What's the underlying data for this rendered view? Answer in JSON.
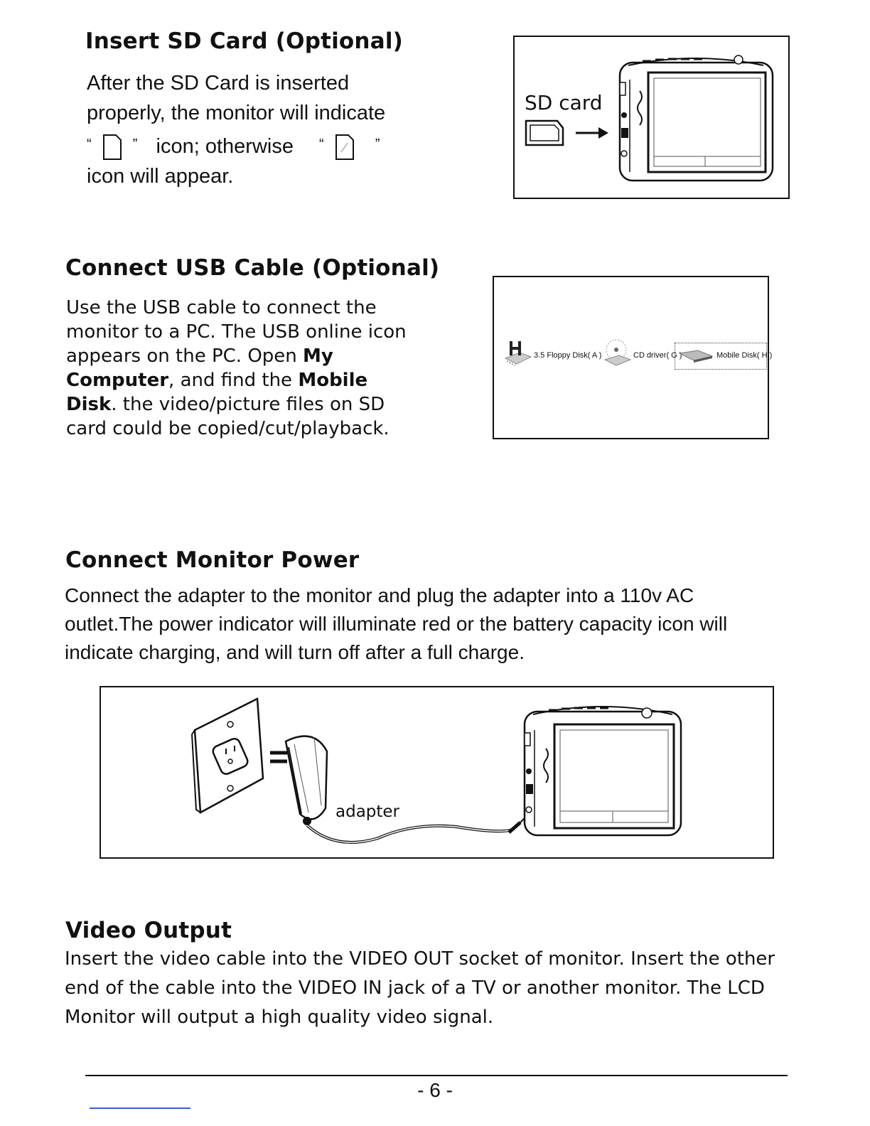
{
  "section1": {
    "title": "Insert SD Card (Optional)",
    "line1": "After the SD Card is inserted",
    "line2": "properly, the monitor will indicate",
    "open_quote": "“",
    "close_quote": "”",
    "mid_text": "icon; otherwise",
    "line4": "icon will appear.",
    "figure_label": "SD card",
    "icons": [
      "sd-card-icon",
      "sd-card-missing-icon"
    ]
  },
  "section2": {
    "title": "Connect USB Cable (Optional)",
    "text_a": "Use the USB cable to connect the monitor to a PC. The USB online icon appears on the PC. Open ",
    "bold_a": "My Computer",
    "text_b": ", and find the ",
    "bold_b": "Mobile Disk",
    "text_c": ". the video/picture files on SD card could be copied/cut/playback.",
    "drives": [
      "3.5 Floppy Disk( A )",
      "CD driver( G )",
      "Mobile Disk( H )"
    ]
  },
  "section3": {
    "title": "Connect Monitor Power",
    "body": "Connect the adapter to the monitor and plug the adapter into a 110v AC outlet.The power indicator will illuminate red or the battery capacity icon will indicate charging, and will turn off after a full charge.",
    "figure_label": "adapter"
  },
  "section4": {
    "title": "Video Output",
    "body": "Insert the video cable into the VIDEO OUT socket of monitor. Insert the other end of the cable into the VIDEO IN jack of a TV or another monitor. The LCD Monitor will output a high quality video signal."
  },
  "footer": {
    "page_number": "- 6 -"
  }
}
